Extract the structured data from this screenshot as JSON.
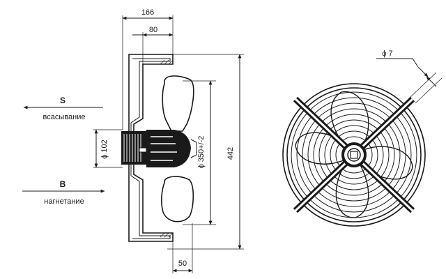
{
  "side_view": {
    "dim_overall_depth": "166",
    "dim_inner_depth": "80",
    "dim_hub_diameter": "ϕ 102",
    "dim_blade_diameter": "ϕ 350+/-2",
    "dim_guard_height": "442",
    "dim_mount_offset": "50"
  },
  "flow": {
    "suction_letter": "S",
    "suction_label": "всасывание",
    "discharge_letter": "B",
    "discharge_label": "нагнетание"
  },
  "front_view": {
    "dim_hole_diameter": "ϕ 7"
  }
}
